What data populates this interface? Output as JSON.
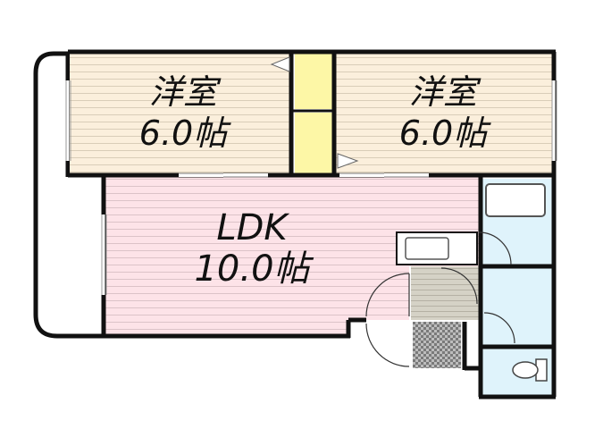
{
  "rooms": {
    "western_left": {
      "name": "洋室",
      "size": "6.0帖"
    },
    "western_right": {
      "name": "洋室",
      "size": "6.0帖"
    },
    "ldk": {
      "name": "LDK",
      "size": "10.0帖"
    }
  },
  "colors": {
    "western": "#fbefdc",
    "ldk": "#fde3e8",
    "closet": "#fdf7a6",
    "wet_area": "#dff3fb",
    "entrance": "#d8d4c8",
    "wall": "#111111",
    "stripe": "#cccccc"
  }
}
